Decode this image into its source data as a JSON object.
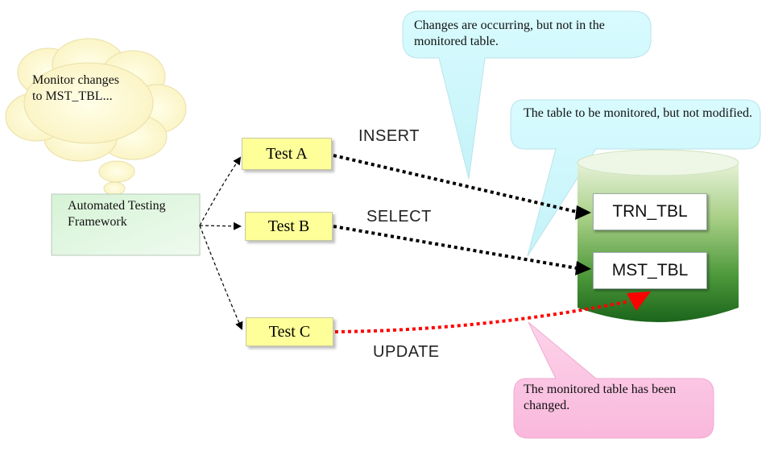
{
  "thought_bubble": {
    "text": "Monitor changes to MST_TBL..."
  },
  "framework_box": {
    "label": "Automated Testing Framework"
  },
  "tests": [
    {
      "label": "Test A"
    },
    {
      "label": "Test B"
    },
    {
      "label": "Test C"
    }
  ],
  "operations": {
    "insert": "INSERT",
    "select": "SELECT",
    "update": "UPDATE"
  },
  "database": {
    "tables": [
      {
        "label": "TRN_TBL"
      },
      {
        "label": "MST_TBL"
      }
    ]
  },
  "callouts": {
    "changes_occurring": "Changes are occurring, but not in the monitored table.",
    "table_monitored": "The table to be monitored, but not modified.",
    "monitored_changed": "The monitored table has been changed."
  },
  "colors": {
    "test_box_fill": "#ffff99",
    "framework_fill": "#dcf5dc",
    "callout_cyan": "#ccf7fb",
    "callout_pink": "#fbbfe0",
    "db_green_top": "#e8f4dc",
    "db_green_bottom": "#1f6e1f",
    "update_arrow": "#ff0000"
  }
}
